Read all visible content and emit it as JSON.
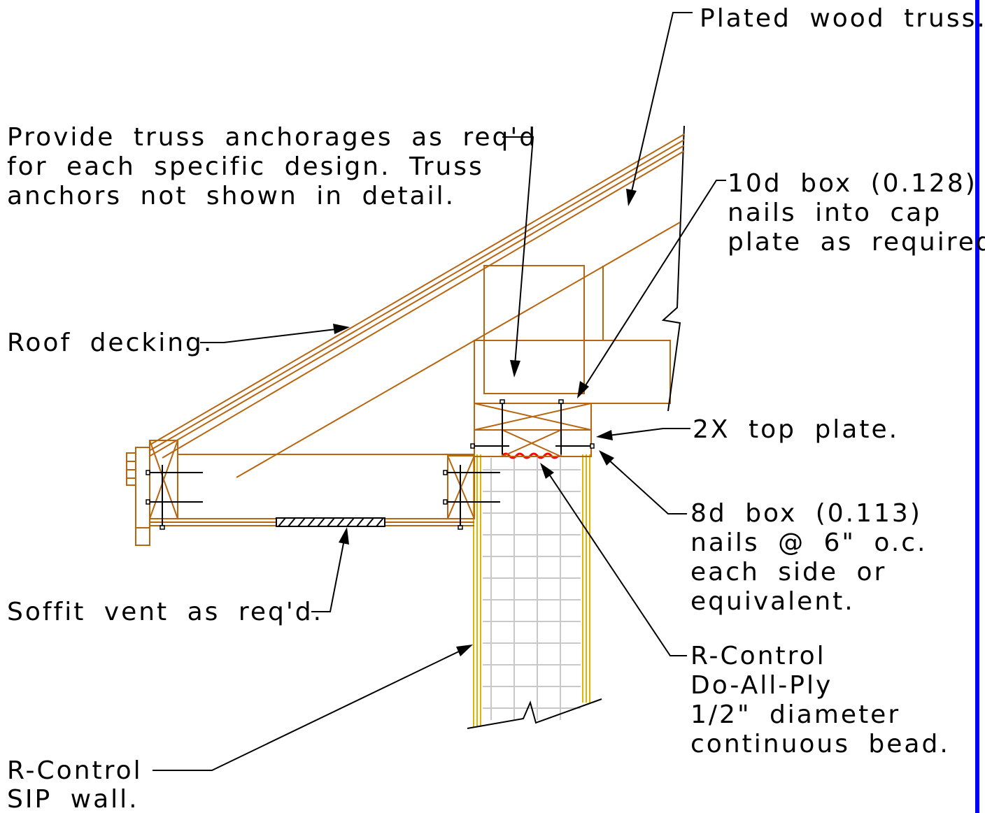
{
  "labels": {
    "plated_truss": [
      "Plated wood truss."
    ],
    "truss_anchorage": [
      "Provide truss anchorages as req'd",
      "for each specific design.  Truss",
      "anchors not shown in detail."
    ],
    "nails_10d": [
      "10d box (0.128)",
      "nails into cap",
      "plate as required."
    ],
    "roof_decking": [
      "Roof decking."
    ],
    "top_plate": [
      "2X top plate."
    ],
    "nails_8d": [
      "8d box (0.113)",
      "nails @ 6\" o.c.",
      "each side or",
      "equivalent."
    ],
    "soffit_vent": [
      "Soffit vent as req'd."
    ],
    "sealant": [
      "R-Control",
      "Do-All-Ply",
      "1/2\" diameter",
      "continuous bead."
    ],
    "sip_wall": [
      "R-Control",
      "SIP wall."
    ]
  },
  "colors": {
    "lumber": "#b8650f",
    "sip_skin": "#e0b400",
    "sealant": "#ff0000",
    "foam_grid": "#c8c8c8",
    "border": "#0000ff"
  }
}
